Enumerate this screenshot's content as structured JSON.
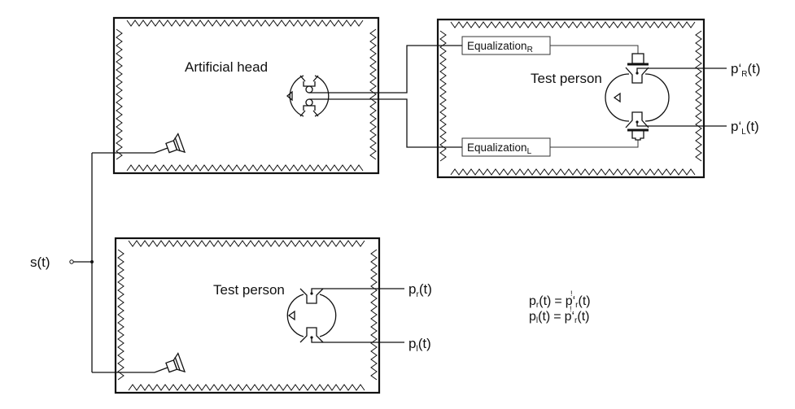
{
  "diagram": {
    "rooms": [
      {
        "id": "recording-room",
        "label": "Artificial head"
      },
      {
        "id": "playback-room",
        "label": "Test person"
      },
      {
        "id": "reference-room",
        "label": "Test person"
      }
    ],
    "equalizers": [
      {
        "id": "eq-right",
        "label": "Equalization",
        "subscript": "R"
      },
      {
        "id": "eq-left",
        "label": "Equalization",
        "subscript": "L"
      }
    ],
    "signals": {
      "source": "s(t)",
      "playback_right": {
        "base": "p‘",
        "sub": "R",
        "tail": "(t)"
      },
      "playback_left": {
        "base": "p‘",
        "sub": "L",
        "tail": "(t)"
      },
      "reference_right": {
        "base": "p",
        "sub": "r",
        "tail": "(t)"
      },
      "reference_left": {
        "base": "p",
        "sub": "l",
        "tail": "(t)"
      }
    },
    "equations": [
      {
        "lhs_base": "p",
        "lhs_sub": "r",
        "lhs_tail": "(t)",
        "op": "=",
        "op_mark": "!",
        "rhs_base": "p‘",
        "rhs_sub": "r",
        "rhs_tail": "(t)"
      },
      {
        "lhs_base": "p",
        "lhs_sub": "l",
        "lhs_tail": "(t)",
        "op": "=",
        "op_mark": "!",
        "rhs_base": "p‘",
        "rhs_sub": "r",
        "rhs_tail": "(t)"
      }
    ]
  }
}
